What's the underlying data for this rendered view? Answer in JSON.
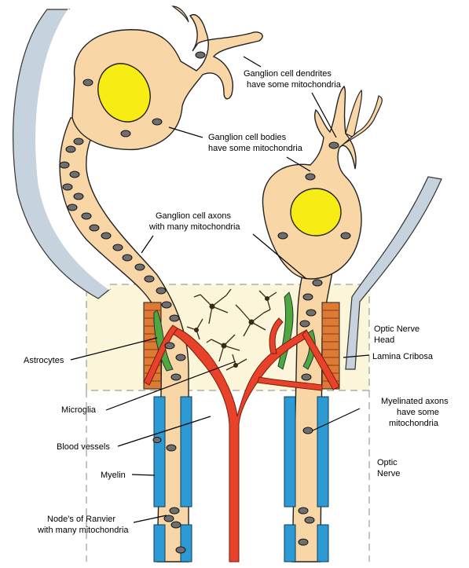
{
  "labels": {
    "dendrites_line1": "Ganglion cell dendrites",
    "dendrites_line2": "have some mitochondria",
    "bodies_line1": "Ganglion cell bodies",
    "bodies_line2": "have some mitochondria",
    "axons_line1": "Ganglion cell axons",
    "axons_line2": "with many mitochondria",
    "onh_line1": "Optic Nerve",
    "onh_line2": "Head",
    "astrocytes": "Astrocytes",
    "lamina": "Lamina Cribosa",
    "microglia": "Microglia",
    "myelinated_line1": "Myelinated axons",
    "myelinated_line2": "have some",
    "myelinated_line3": "mitochondria",
    "blood_vessels": "Blood vessels",
    "optic_nerve_line1": "Optic",
    "optic_nerve_line2": "Nerve",
    "myelin": "Myelin",
    "ranvier_line1": "Node's of Ranvier",
    "ranvier_line2": "with many mitochondria"
  },
  "colors": {
    "cell": "#f9d6a6",
    "nucleus": "#f7ec14",
    "onh_zone": "#fbf6d9",
    "myelin": "#2d9ad3",
    "vessel": "#e8432a",
    "astrocyte": "#4fa83d",
    "lamina": "#dd7a33",
    "sheath": "#c6d2de",
    "mito_fill": "#6f6f6f"
  }
}
